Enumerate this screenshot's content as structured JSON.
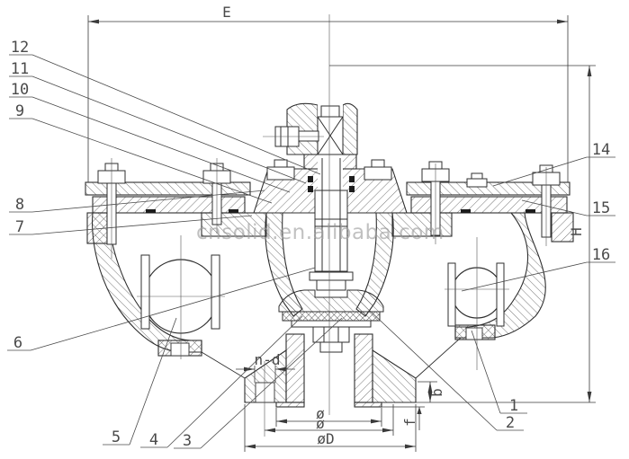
{
  "drawing": {
    "type": "valve-cross-section-technical-drawing",
    "colors": {
      "line": "#2f2f2f",
      "background": "#ffffff",
      "watermark": "#9c9c9c"
    },
    "watermark": {
      "text": "cnsolid.en.alibaba.com"
    },
    "callouts": {
      "n1": "1",
      "n2": "2",
      "n3": "3",
      "n4": "4",
      "n5": "5",
      "n6": "6",
      "n7": "7",
      "n8": "8",
      "n9": "9",
      "n10": "10",
      "n11": "11",
      "n12": "12",
      "n14": "14",
      "n15": "15",
      "n16": "16"
    },
    "dimensions": {
      "e": "E",
      "h": "H",
      "bore_dia": "ø",
      "bolt_circle_dia": "ø",
      "flange_od": "øD",
      "bolt_holes": "n-d",
      "thickness": "b",
      "raised_face": "f"
    }
  }
}
